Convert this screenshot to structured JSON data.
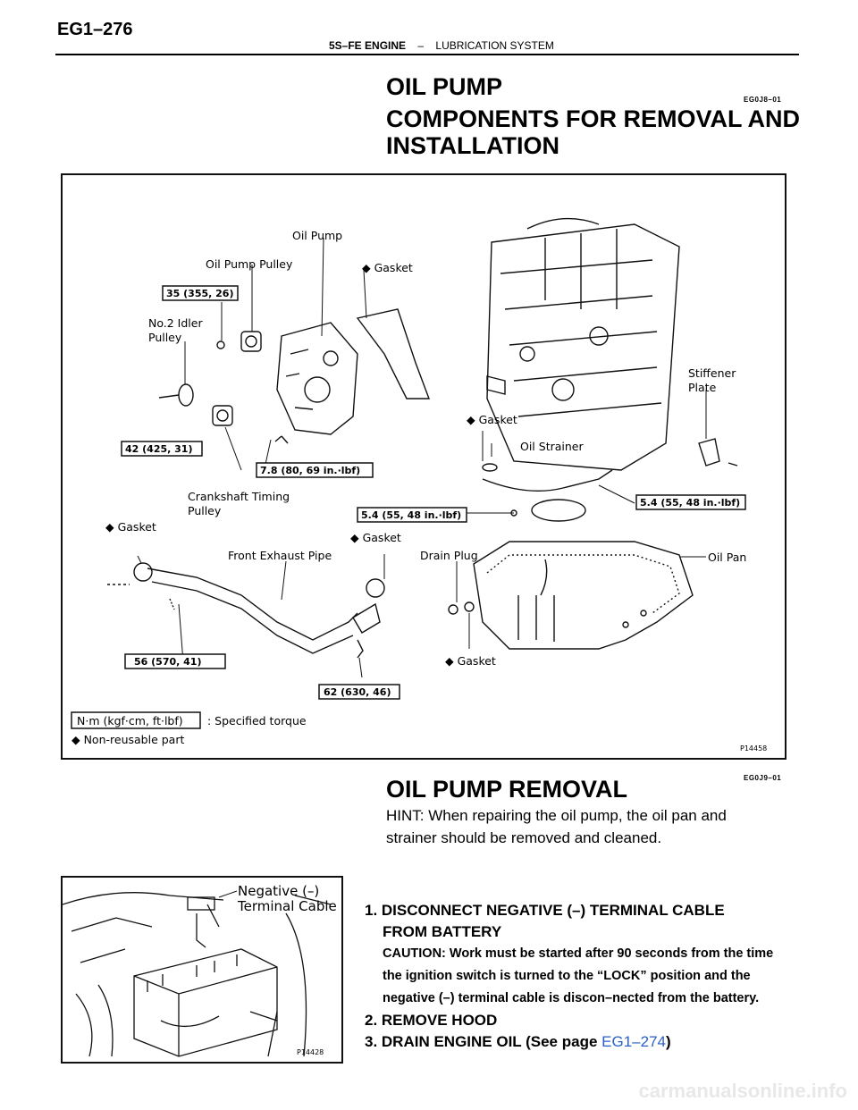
{
  "header": {
    "page_id": "EG1–276",
    "engine": "5S–FE ENGINE",
    "separator": "–",
    "section": "LUBRICATION SYSTEM"
  },
  "titles": {
    "main": "OIL PUMP",
    "sub_line1": "COMPONENTS FOR REMOVAL AND",
    "sub_line2": "INSTALLATION",
    "code1": "EG0J8–01",
    "removal": "OIL PUMP REMOVAL",
    "code2": "EG0J9–01"
  },
  "figure1": {
    "labels": {
      "oil_pump": "Oil Pump",
      "oil_pump_pulley": "Oil Pump Pulley",
      "gasket": "◆ Gasket",
      "idler_l1": "No.2 Idler",
      "idler_l2": "Pulley",
      "stiffener_l1": "Stiffener",
      "stiffener_l2": "Plate",
      "oil_strainer": "Oil Strainer",
      "crank_l1": "Crankshaft Timing",
      "crank_l2": "Pulley",
      "front_exhaust": "Front Exhaust Pipe",
      "drain_plug": "Drain Plug",
      "oil_pan": "Oil Pan",
      "specified_torque": ": Specified torque",
      "non_reusable": "◆ Non-reusable part",
      "legend_unit": "N·m (kgf·cm, ft·lbf)",
      "fig_code": "P14458"
    },
    "torques": {
      "t1": "35 (355, 26)",
      "t2": "42 (425, 31)",
      "t3": "7.8 (80, 69 in.·lbf)",
      "t4": "5.4 (55, 48 in.·lbf)",
      "t5": "5.4 (55, 48 in.·lbf)",
      "t6": "56 (570, 41)",
      "t7": "62 (630, 46)"
    }
  },
  "figure2": {
    "label_l1": "Negative (–)",
    "label_l2": "Terminal Cable",
    "fig_code": "P14428"
  },
  "hint": "HINT: When repairing the oil pump, the oil pan and strainer should be removed and cleaned.",
  "steps": {
    "s1_l1": "1. DISCONNECT NEGATIVE (–) TERMINAL CABLE",
    "s1_l2": "FROM BATTERY",
    "caution": "CAUTION: Work must be started after 90 seconds from the time the ignition switch is turned to the “LOCK” position and the negative (–) terminal cable is discon–nected from the battery.",
    "s2": "2. REMOVE HOOD",
    "s3_text": "3. DRAIN ENGINE OIL (See page ",
    "s3_link": "EG1–274",
    "s3_end": ")"
  },
  "watermark": "carmanualsonline.info"
}
